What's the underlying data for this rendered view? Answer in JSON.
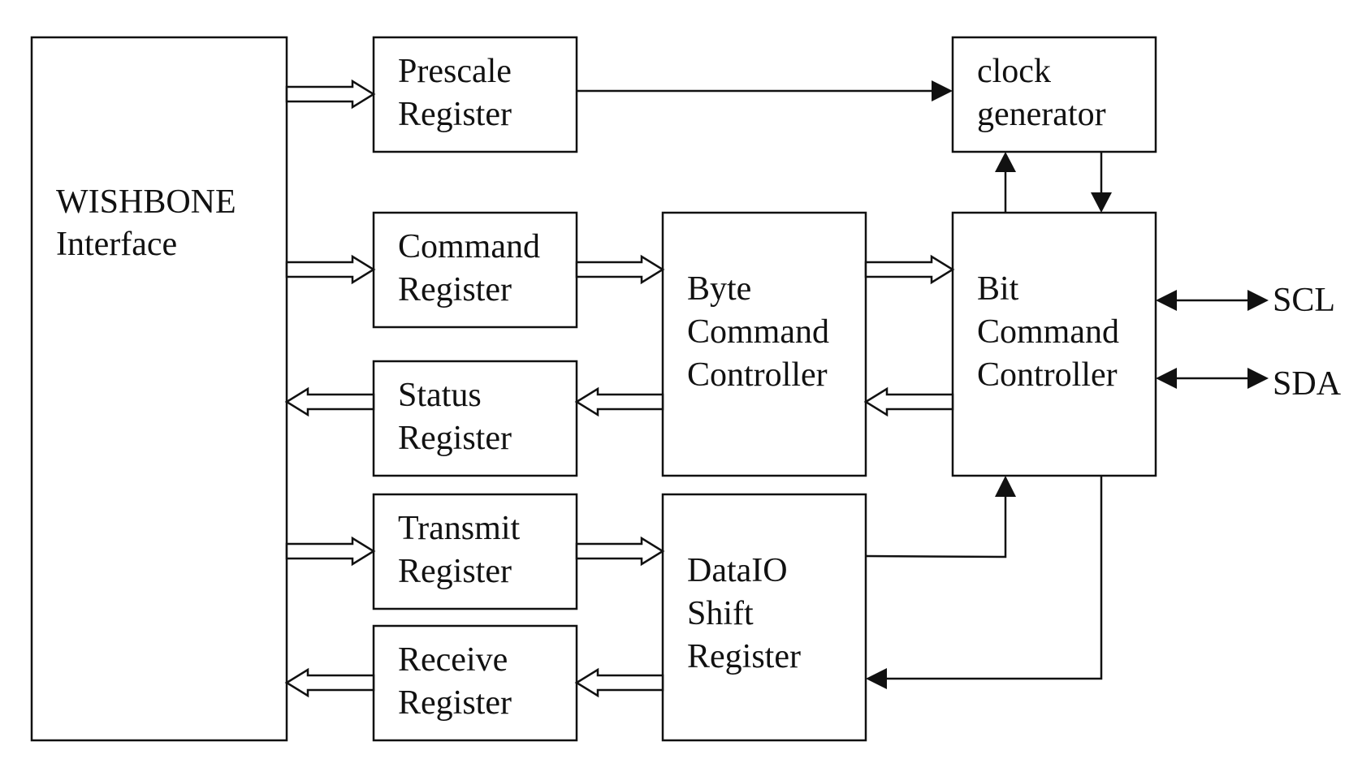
{
  "diagram": {
    "blocks": {
      "wishbone": [
        "WISHBONE",
        "Interface"
      ],
      "prescale": [
        "Prescale",
        "Register"
      ],
      "command": [
        "Command",
        "Register"
      ],
      "status": [
        "Status",
        "Register"
      ],
      "transmit": [
        "Transmit",
        "Register"
      ],
      "receive": [
        "Receive",
        "Register"
      ],
      "byte_ctrl": [
        "Byte",
        "Command",
        "Controller"
      ],
      "dataio": [
        "DataIO",
        "Shift",
        "Register"
      ],
      "clock_gen": [
        "clock",
        "generator"
      ],
      "bit_ctrl": [
        "Bit",
        "Command",
        "Controller"
      ]
    },
    "signals": {
      "scl": "SCL",
      "sda": "SDA"
    }
  }
}
